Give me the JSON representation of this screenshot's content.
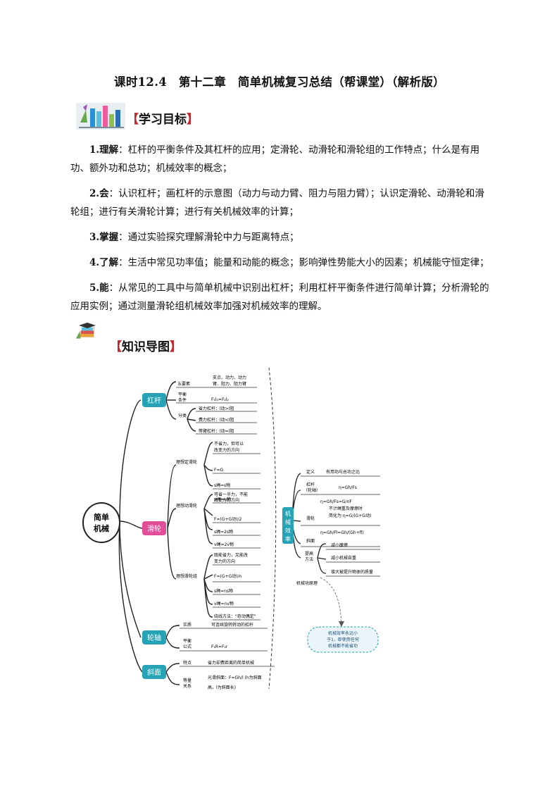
{
  "title": "课时12.4　第十二章　简单机械复习总结（帮课堂）（解析版）",
  "section_goals": {
    "label_open": "【",
    "label": "学习目标",
    "label_close": "】"
  },
  "goals": [
    {
      "num": "1.",
      "key": "理解",
      "text": "：杠杆的平衡条件及其杠杆的应用；定滑轮、动滑轮和滑轮组的工作特点；什么是有用功、额外功和总功；机械效率的概念；"
    },
    {
      "num": "2.",
      "key": "会",
      "text": "：认识杠杆；画杠杆的示意图（动力与动力臂、阻力与阻力臂）；认识定滑轮、动滑轮和滑轮组；进行有关滑轮计算；进行有关机械效率的计算；"
    },
    {
      "num": "3.",
      "key": "掌握",
      "text": "：通过实验探究理解滑轮中力与距离特点；"
    },
    {
      "num": "4.",
      "key": "了解",
      "text": "：生活中常见功率值；能量和动能的概念；影响弹性势能大小的因素；机械能守恒定律；"
    },
    {
      "num": "5.",
      "key": "能",
      "text": "：从常见的工具中与简单机械中识别出杠杆；利用杠杆平衡条件进行简单计算；分析滑轮的应用实例；通过测量滑轮组机械效率加强对机械效率的理解。"
    }
  ],
  "section_map": {
    "label_open": "【",
    "label": "知识导图",
    "label_close": "】"
  },
  "mindmap": {
    "root": [
      "简单",
      "机械"
    ],
    "lever": {
      "name": "杠杆",
      "five": "五要素",
      "five_desc": [
        "支点、动力、动力",
        "臂、阻力、阻力臂"
      ],
      "balance": [
        "平衡",
        "条件"
      ],
      "balance_formula": "F₁l₁=F₂l₂",
      "classify": "分类",
      "types": [
        "省力杠杆：l动>l阻",
        "费力杠杆：l动<l阻",
        "等臂杠杆：l动=l阻"
      ]
    },
    "pulley": {
      "name": "滑轮",
      "fixed": "理想定滑轮",
      "fixed_items": [
        "不省力，但可以",
        "改变力的方向",
        "F=G",
        "s绳=s物",
        "v绳=v物"
      ],
      "movable": "理想动滑轮",
      "movable_items": [
        "可省一半力，不能",
        "改变力的方向",
        "F=(G+G动)/2",
        "s绳=2s物",
        "v绳=2v物"
      ],
      "block": "理想滑轮组",
      "block_items": [
        "既能省力，又能改",
        "变力的方向",
        "F=(G+G动)/n",
        "s绳=ns物",
        "v绳=nv物",
        "绕线方法：\"奇动偶定\""
      ]
    },
    "axle": {
      "name": "轮轴",
      "essence": "实质",
      "essence_desc": "可连续旋转转动的杠杆",
      "balance": [
        "平衡",
        "公式"
      ],
      "formula": "F₁R=F₂r"
    },
    "slope": {
      "name": "斜面",
      "feature": "特点",
      "feature_desc": "省力却费距离的简单机械",
      "eq": [
        "等量",
        "关系"
      ],
      "eq_desc": [
        "光滑斜面：F=Gh/l (h为斜面",
        "高，l为斜面长)"
      ]
    },
    "efficiency": {
      "name": [
        "机",
        "械",
        "效",
        "率"
      ],
      "def": "定义",
      "def_desc": "有用功与总功之比",
      "lever": [
        "杠杆",
        "（轮轴）"
      ],
      "lever_f": "η=Gh/Fs",
      "pulley": "滑轮",
      "pulley_f": "η=Gh/Fs=G/nF",
      "pulley_note": [
        "不计绳重及摩擦时",
        "简化为 η=G/(G+G动)"
      ],
      "slope": "斜面",
      "slope_f": "η=Gh/Fl=Gh/(Gh+fl)",
      "improve": [
        "提高",
        "方法"
      ],
      "improve_items": [
        "减小摩擦",
        "减小机械自重",
        "增大被提升物体的质量"
      ],
      "principle": "机械功原理",
      "cloud": [
        "机械效率永远小",
        "于1，即使用任何",
        "机械都不能省功"
      ]
    }
  },
  "colors": {
    "teal": "#26a3b5",
    "pink": "#e24d9a",
    "brace": "#c0282d"
  }
}
